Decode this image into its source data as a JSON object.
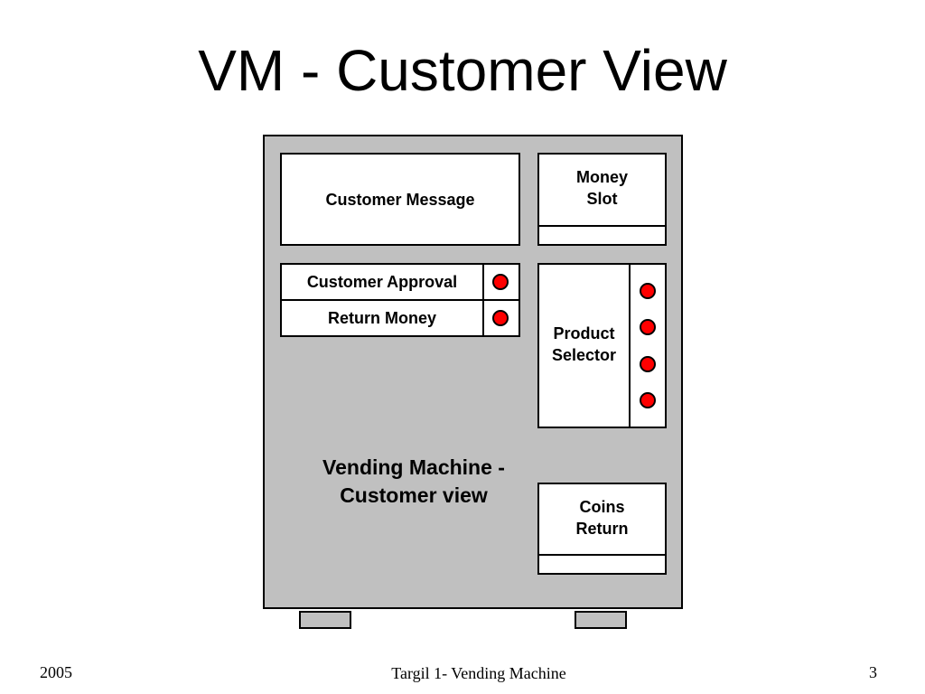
{
  "slide": {
    "title": "VM - Customer View",
    "footer_left": "2005",
    "footer_center": "Targil 1- Vending Machine",
    "footer_right": "3"
  },
  "diagram": {
    "customer_message": "Customer Message",
    "money_slot_line1": "Money",
    "money_slot_line2": "Slot",
    "customer_approval": "Customer Approval",
    "return_money": "Return Money",
    "product_selector_line1": "Product",
    "product_selector_line2": "Selector",
    "coins_return_line1": "Coins",
    "coins_return_line2": "Return",
    "caption_line1": "Vending Machine -",
    "caption_line2": "Customer view",
    "colors": {
      "machine_body": "#c0c0c0",
      "button": "#ff0000",
      "panel": "#ffffff"
    }
  }
}
